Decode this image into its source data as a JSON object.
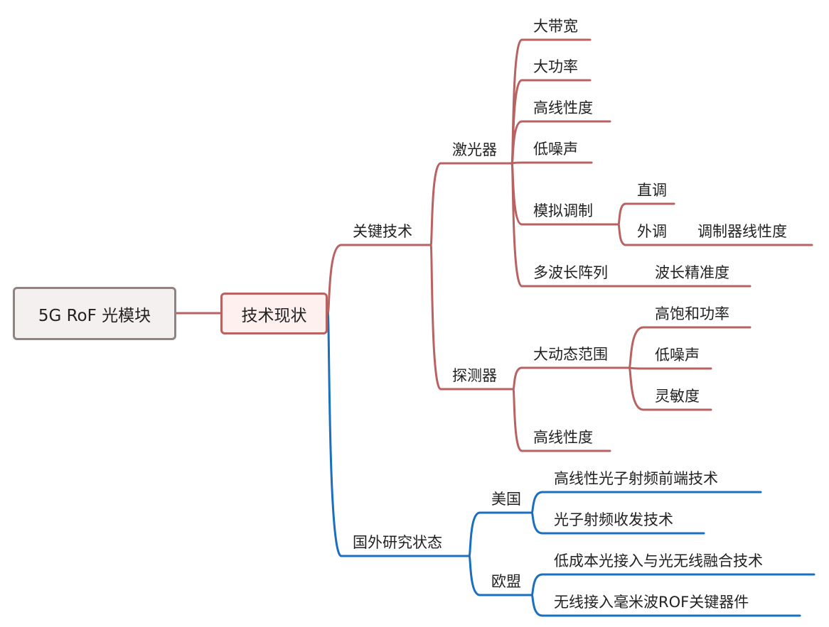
{
  "colors": {
    "red": "#b86262",
    "blue": "#1a6fbf",
    "root_border": "#8f8482"
  },
  "root": "5G RoF 光模块",
  "main": "技术现状",
  "nodes": {
    "key_tech": "关键技术",
    "laser": "激光器",
    "l1": "大带宽",
    "l2": "大功率",
    "l3": "高线性度",
    "l4": "低噪声",
    "l5": "模拟调制",
    "l5a": "直调",
    "l5b": "外调",
    "l5b1": "调制器线性度",
    "l6": "多波长阵列",
    "l6a": "波长精准度",
    "detector": "探测器",
    "d1": "大动态范围",
    "d1a": "高饱和功率",
    "d1b": "低噪声",
    "d1c": "灵敏度",
    "d2": "高线性度",
    "abroad": "国外研究状态",
    "us": "美国",
    "us1": "高线性光子射频前端技术",
    "us2": "光子射频收发技术",
    "eu": "欧盟",
    "eu1": "低成本光接入与光无线融合技术",
    "eu2": "无线接入毫米波ROF关键器件"
  }
}
